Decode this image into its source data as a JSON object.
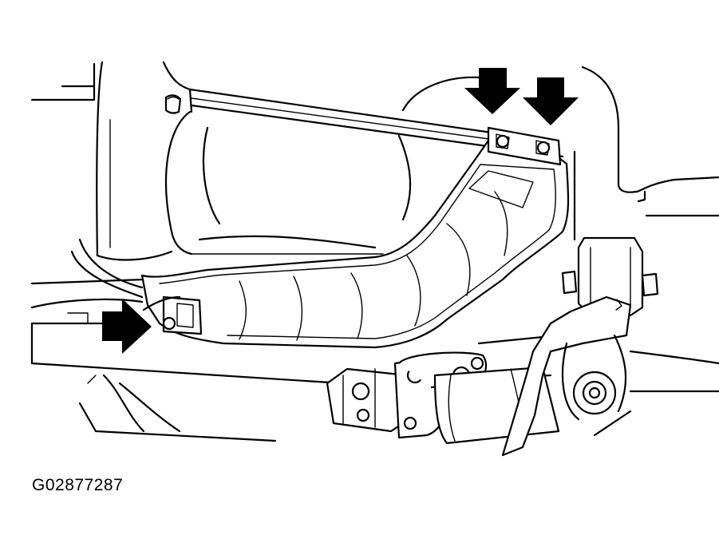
{
  "figure_id": "G02877287",
  "colors": {
    "ink": "#000000",
    "paper": "#ffffff"
  },
  "callouts": [
    {
      "name": "arrow-top-left",
      "direction": "down"
    },
    {
      "name": "arrow-top-right",
      "direction": "down"
    },
    {
      "name": "arrow-left",
      "direction": "right"
    }
  ]
}
